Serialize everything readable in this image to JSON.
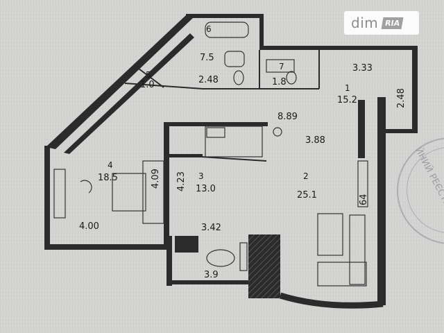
{
  "watermark": {
    "brand": "dim",
    "sub": "RIA"
  },
  "stamp": {
    "text": "ЙНИЙ РЕЄСТРА"
  },
  "rooms": [
    {
      "id": "r6",
      "number": "6",
      "area": "7.5"
    },
    {
      "id": "r5",
      "number": "5",
      "area": "1.0"
    },
    {
      "id": "r7",
      "number": "7",
      "area": "1.8"
    },
    {
      "id": "r1",
      "number": "1",
      "area": "15.2"
    },
    {
      "id": "r4",
      "number": "4",
      "area": "18.5"
    },
    {
      "id": "r3",
      "number": "3",
      "area": "13.0"
    },
    {
      "id": "r2",
      "number": "2",
      "area": "25.1"
    }
  ],
  "dimensions": {
    "d_2_48_top": "2.48",
    "d_3_33": "3.33",
    "d_2_48_right": "2.48",
    "d_8_89": "8.89",
    "d_3_88": "3.88",
    "d_4_23": "4.23",
    "d_4_09": "4.09",
    "d_4_00": "4.00",
    "d_3_42": "3.42",
    "d_3_9": "3.9",
    "d_64": "64"
  }
}
